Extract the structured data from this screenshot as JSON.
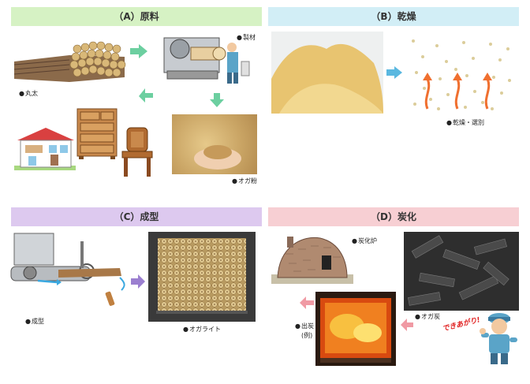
{
  "panels": {
    "a": {
      "title": "（A）原料",
      "logs": "丸太",
      "lumber": "製材",
      "sawdust": "オガ粉"
    },
    "b": {
      "title": "（B）乾燥",
      "dry": "乾燥・選別"
    },
    "c": {
      "title": "（C）成型",
      "form": "成型",
      "briquette": "オガライト"
    },
    "d": {
      "title": "（D）炭化",
      "kiln": "炭化炉",
      "takeout": "出炭",
      "example": "(例)",
      "charcoal": "オガ炭",
      "done": "できあがり!"
    }
  },
  "colors": {
    "panel_a": "#d6f2c4",
    "panel_b": "#d2eef6",
    "panel_c": "#ddc9ef",
    "panel_d": "#f7cfd3",
    "arrow_green": "#6ccfa0",
    "arrow_blue": "#5ab8e0",
    "arrow_purple": "#9b7fd0",
    "arrow_pink": "#f09aa4"
  }
}
